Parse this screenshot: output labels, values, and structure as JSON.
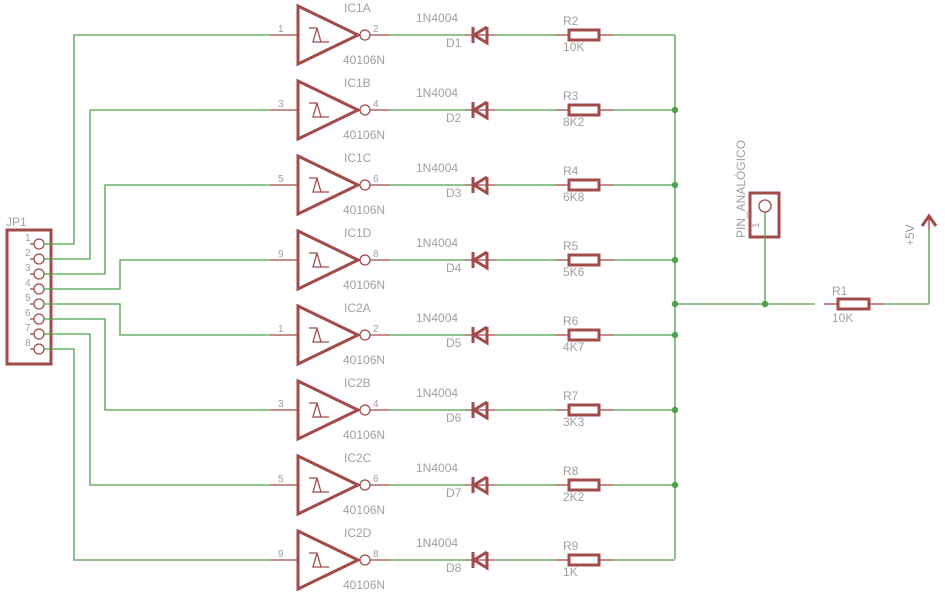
{
  "colors": {
    "wire": "#4ea24b",
    "symbol": "#a24b4b",
    "label": "#a0a0a0"
  },
  "connector": {
    "name": "JP1",
    "pins": [
      "1",
      "2",
      "3",
      "4",
      "5",
      "6",
      "7",
      "8"
    ]
  },
  "stages": [
    {
      "gate": "IC1A",
      "value": "40106N",
      "in_pin": "1",
      "out_pin": "2",
      "diode": "D1",
      "diode_value": "1N4004",
      "resistor": "R2",
      "resistor_value": "10K",
      "jp_pin": 1
    },
    {
      "gate": "IC1B",
      "value": "40106N",
      "in_pin": "3",
      "out_pin": "4",
      "diode": "D2",
      "diode_value": "1N4004",
      "resistor": "R3",
      "resistor_value": "8K2",
      "jp_pin": 2
    },
    {
      "gate": "IC1C",
      "value": "40106N",
      "in_pin": "5",
      "out_pin": "6",
      "diode": "D3",
      "diode_value": "1N4004",
      "resistor": "R4",
      "resistor_value": "6K8",
      "jp_pin": 3
    },
    {
      "gate": "IC1D",
      "value": "40106N",
      "in_pin": "9",
      "out_pin": "8",
      "diode": "D4",
      "diode_value": "1N4004",
      "resistor": "R5",
      "resistor_value": "5K6",
      "jp_pin": 4
    },
    {
      "gate": "IC2A",
      "value": "40106N",
      "in_pin": "1",
      "out_pin": "2",
      "diode": "D5",
      "diode_value": "1N4004",
      "resistor": "R6",
      "resistor_value": "4K7",
      "jp_pin": 5
    },
    {
      "gate": "IC2B",
      "value": "40106N",
      "in_pin": "3",
      "out_pin": "4",
      "diode": "D6",
      "diode_value": "1N4004",
      "resistor": "R7",
      "resistor_value": "3K3",
      "jp_pin": 6
    },
    {
      "gate": "IC2C",
      "value": "40106N",
      "in_pin": "5",
      "out_pin": "6",
      "diode": "D7",
      "diode_value": "1N4004",
      "resistor": "R8",
      "resistor_value": "2K2",
      "jp_pin": 7
    },
    {
      "gate": "IC2D",
      "value": "40106N",
      "in_pin": "9",
      "out_pin": "8",
      "diode": "D8",
      "diode_value": "1N4004",
      "resistor": "R9",
      "resistor_value": "1K",
      "jp_pin": 8
    }
  ],
  "pullup": {
    "name": "R1",
    "value": "10K"
  },
  "output_pin": {
    "name": "PIN_ANALÓGICO",
    "pin": "1"
  },
  "supply": {
    "label": "+5V"
  }
}
